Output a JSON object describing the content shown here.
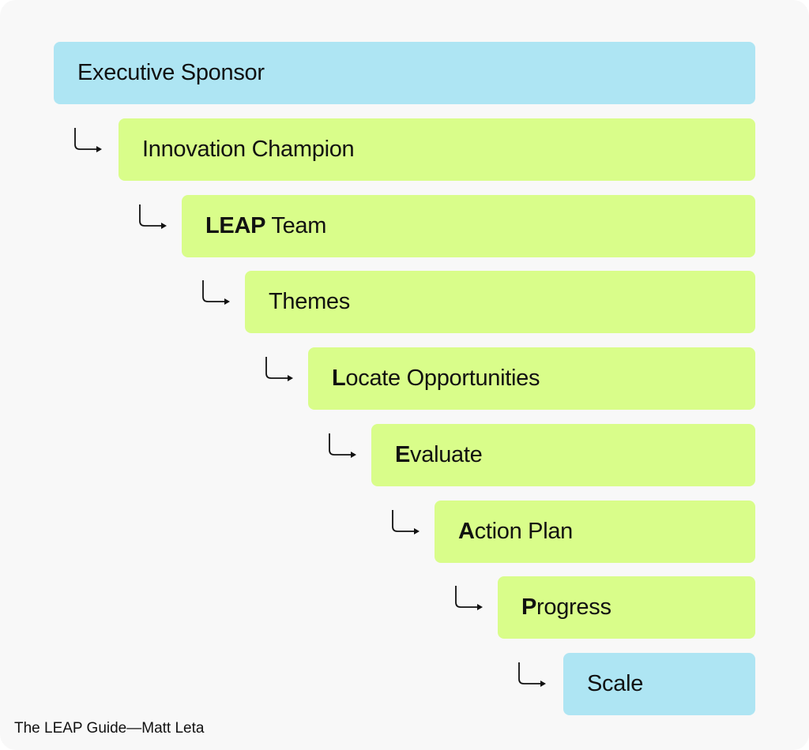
{
  "colors": {
    "background": "#f8f8f8",
    "blue_box": "#aee5f3",
    "green_box": "#d9fd8a",
    "text": "#111111"
  },
  "steps": [
    {
      "bold": "",
      "rest": "Executive Sponsor",
      "color": "blue",
      "arrow": false
    },
    {
      "bold": "",
      "rest": "Innovation Champion",
      "color": "green",
      "arrow": true
    },
    {
      "bold": "LEAP",
      "rest": " Team",
      "color": "green",
      "arrow": true
    },
    {
      "bold": "",
      "rest": "Themes",
      "color": "green",
      "arrow": true
    },
    {
      "bold": "L",
      "rest": "ocate Opportunities",
      "color": "green",
      "arrow": true
    },
    {
      "bold": "E",
      "rest": "valuate",
      "color": "green",
      "arrow": true
    },
    {
      "bold": "A",
      "rest": "ction Plan",
      "color": "green",
      "arrow": true
    },
    {
      "bold": "P",
      "rest": "rogress",
      "color": "green",
      "arrow": true
    },
    {
      "bold": "",
      "rest": "Scale",
      "color": "blue",
      "arrow": true
    }
  ],
  "footer": "The LEAP Guide—Matt Leta"
}
